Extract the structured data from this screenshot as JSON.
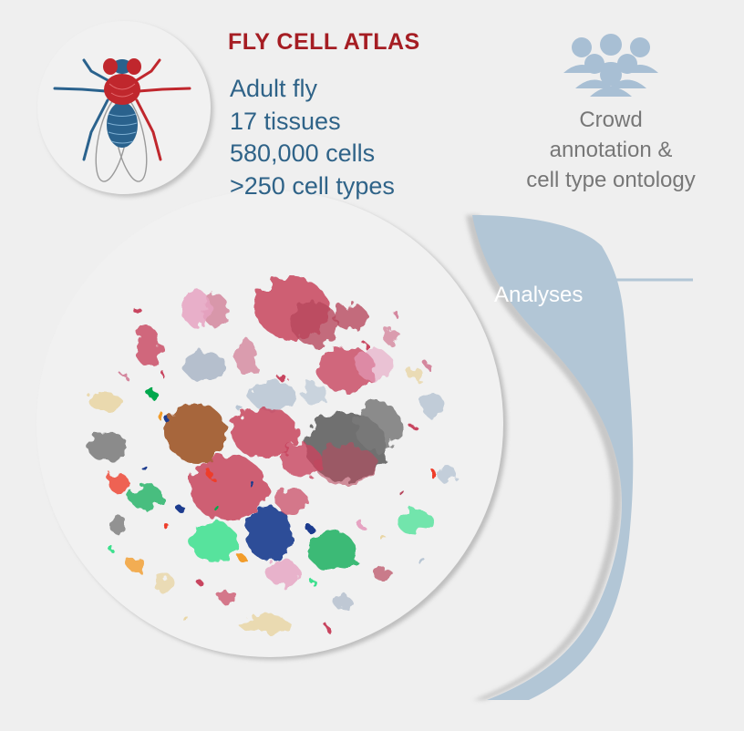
{
  "header": {
    "title": "FLY CELL ATLAS",
    "stats": [
      "Adult fly",
      "17 tissues",
      "580,000 cells",
      ">250 cell types"
    ]
  },
  "crowd": {
    "icon": "people-group-icon",
    "lines": [
      "Crowd",
      "annotation &",
      "cell type ontology"
    ]
  },
  "analyses": {
    "label": "Analyses"
  },
  "icons": {
    "fly": "fly-icon"
  },
  "colors": {
    "title_red": "#a51d23",
    "stats_blue": "#2f6388",
    "crowd_icon": "#a8bfd4",
    "crowd_text": "#777777",
    "analyses_fill": "#b2c6d6",
    "fly_red": "#c0272d",
    "fly_blue": "#2a628d",
    "cluster_palette": [
      "#c8445e",
      "#b84a5e",
      "#d4879e",
      "#e6a3c2",
      "#aab6c7",
      "#b8c6d4",
      "#636363",
      "#7a7a7a",
      "#a05828",
      "#3de08e",
      "#00a84e",
      "#e9d6a6",
      "#f29c2a",
      "#1a3a8e",
      "#ee3d2a",
      "#e3e7eb"
    ]
  }
}
